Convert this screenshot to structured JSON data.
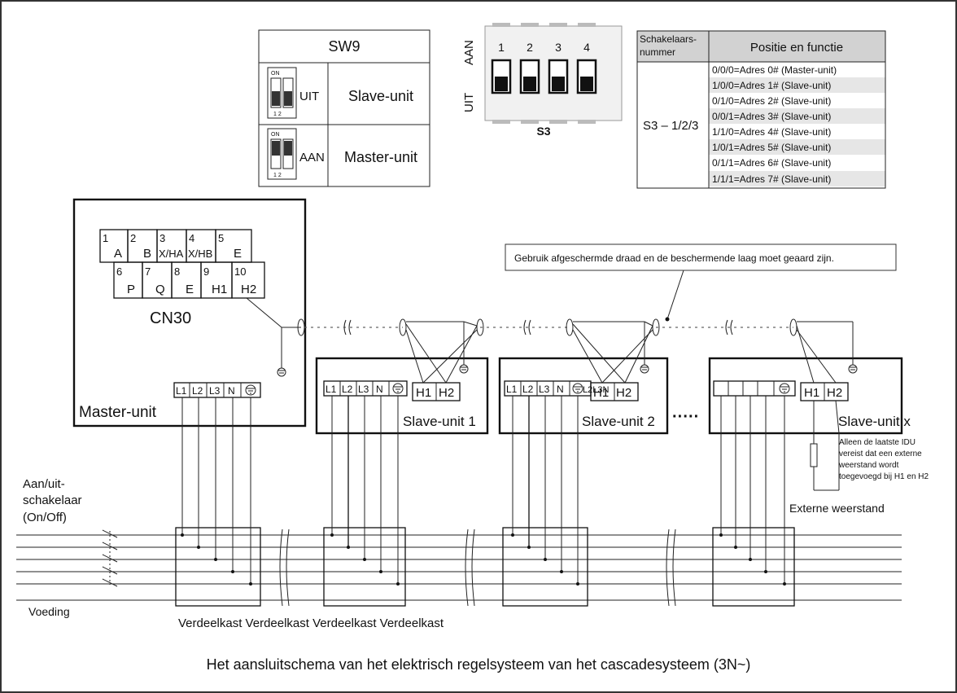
{
  "sw9": {
    "title": "SW9",
    "rows": [
      {
        "sw_on": "ON",
        "sw_nums": "1 2",
        "state": "UIT",
        "function": "Slave-unit"
      },
      {
        "sw_on": "ON",
        "sw_nums": "1 2",
        "state": "AAN",
        "function": "Master-unit"
      }
    ]
  },
  "s3": {
    "label": "S3",
    "on_label": "AAN",
    "off_label": "UIT",
    "switches": [
      "1",
      "2",
      "3",
      "4"
    ]
  },
  "s3_table": {
    "header_num": [
      "Schakelaars-",
      "nummer"
    ],
    "header_func": "Positie en functie",
    "row_label": "S3 – 1/2/3",
    "rows": [
      "0/0/0=Adres 0# (Master-unit)",
      "1/0/0=Adres 1# (Slave-unit)",
      "0/1/0=Adres 2# (Slave-unit)",
      "0/0/1=Adres 3# (Slave-unit)",
      "1/1/0=Adres 4# (Slave-unit)",
      "1/0/1=Adres 5# (Slave-unit)",
      "0/1/1=Adres 6# (Slave-unit)",
      "1/1/1=Adres 7# (Slave-unit)"
    ]
  },
  "cn30": {
    "label": "CN30",
    "top_row": [
      {
        "num": "1",
        "name": "A"
      },
      {
        "num": "2",
        "name": "B"
      },
      {
        "num": "3",
        "name": "X/HA"
      },
      {
        "num": "4",
        "name": "X/HB"
      },
      {
        "num": "5",
        "name": "E"
      }
    ],
    "bottom_row": [
      {
        "num": "6",
        "name": "P"
      },
      {
        "num": "7",
        "name": "Q"
      },
      {
        "num": "8",
        "name": "E"
      },
      {
        "num": "9",
        "name": "H1"
      },
      {
        "num": "10",
        "name": "H2"
      }
    ]
  },
  "shield_note": "Gebruik afgeschermde draad en de beschermende laag moet geaard zijn.",
  "units": {
    "master": "Master-unit",
    "slave1": "Slave-unit 1",
    "slave2": "Slave-unit 2",
    "slavex": "Slave-unit x",
    "ellipsis": "·····"
  },
  "terminals": {
    "power": [
      "L1",
      "L2",
      "L3",
      "N"
    ],
    "h1": "H1",
    "h2": "H2",
    "overlap": "L2L3N"
  },
  "resistor_note": [
    "Alleen de laatste IDU",
    "vereist dat een externe",
    "weerstand wordt",
    "toegevoegd bij H1 en H2"
  ],
  "resistor_label": "Externe weerstand",
  "switch_label": [
    "Aan/uit-",
    "schakelaar",
    "(On/Off)"
  ],
  "supply_label": "Voeding",
  "distribution_label": "Verdeelkast Verdeelkast Verdeelkast Verdeelkast",
  "caption": "Het aansluitschema van het elektrisch regelsysteem van het cascadesysteem (3N~)"
}
